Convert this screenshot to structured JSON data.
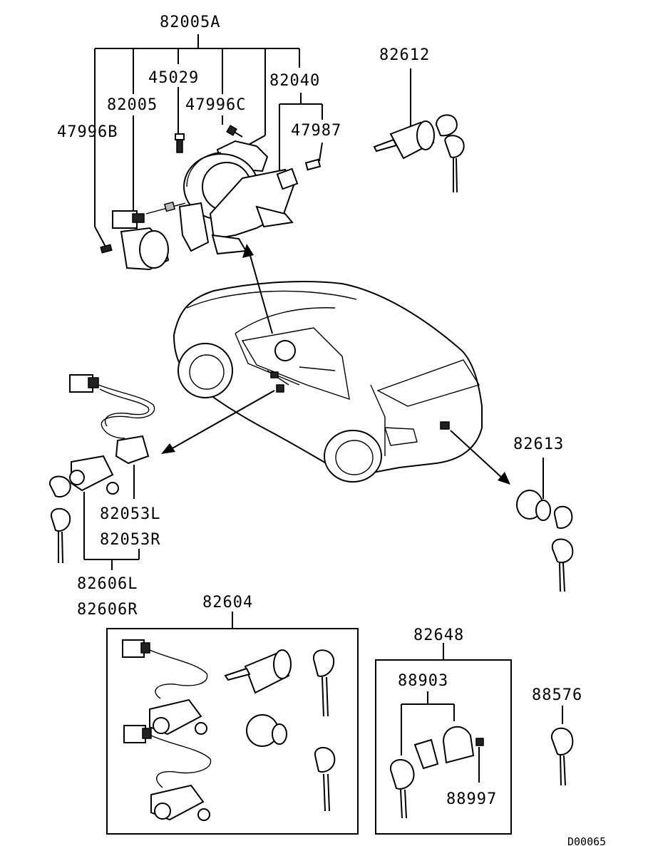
{
  "diagram": {
    "ref_code": "D00065",
    "labels": {
      "p82005A": "82005A",
      "p45029": "45029",
      "p82040": "82040",
      "p82005": "82005",
      "p47996C": "47996C",
      "p47996B": "47996B",
      "p47987": "47987",
      "p82612": "82612",
      "p82613": "82613",
      "p82053L": "82053L",
      "p82053R": "82053R",
      "p82606L": "82606L",
      "p82606R": "82606R",
      "p82604": "82604",
      "p82648": "82648",
      "p88903": "88903",
      "p88997": "88997",
      "p88576": "88576"
    }
  }
}
